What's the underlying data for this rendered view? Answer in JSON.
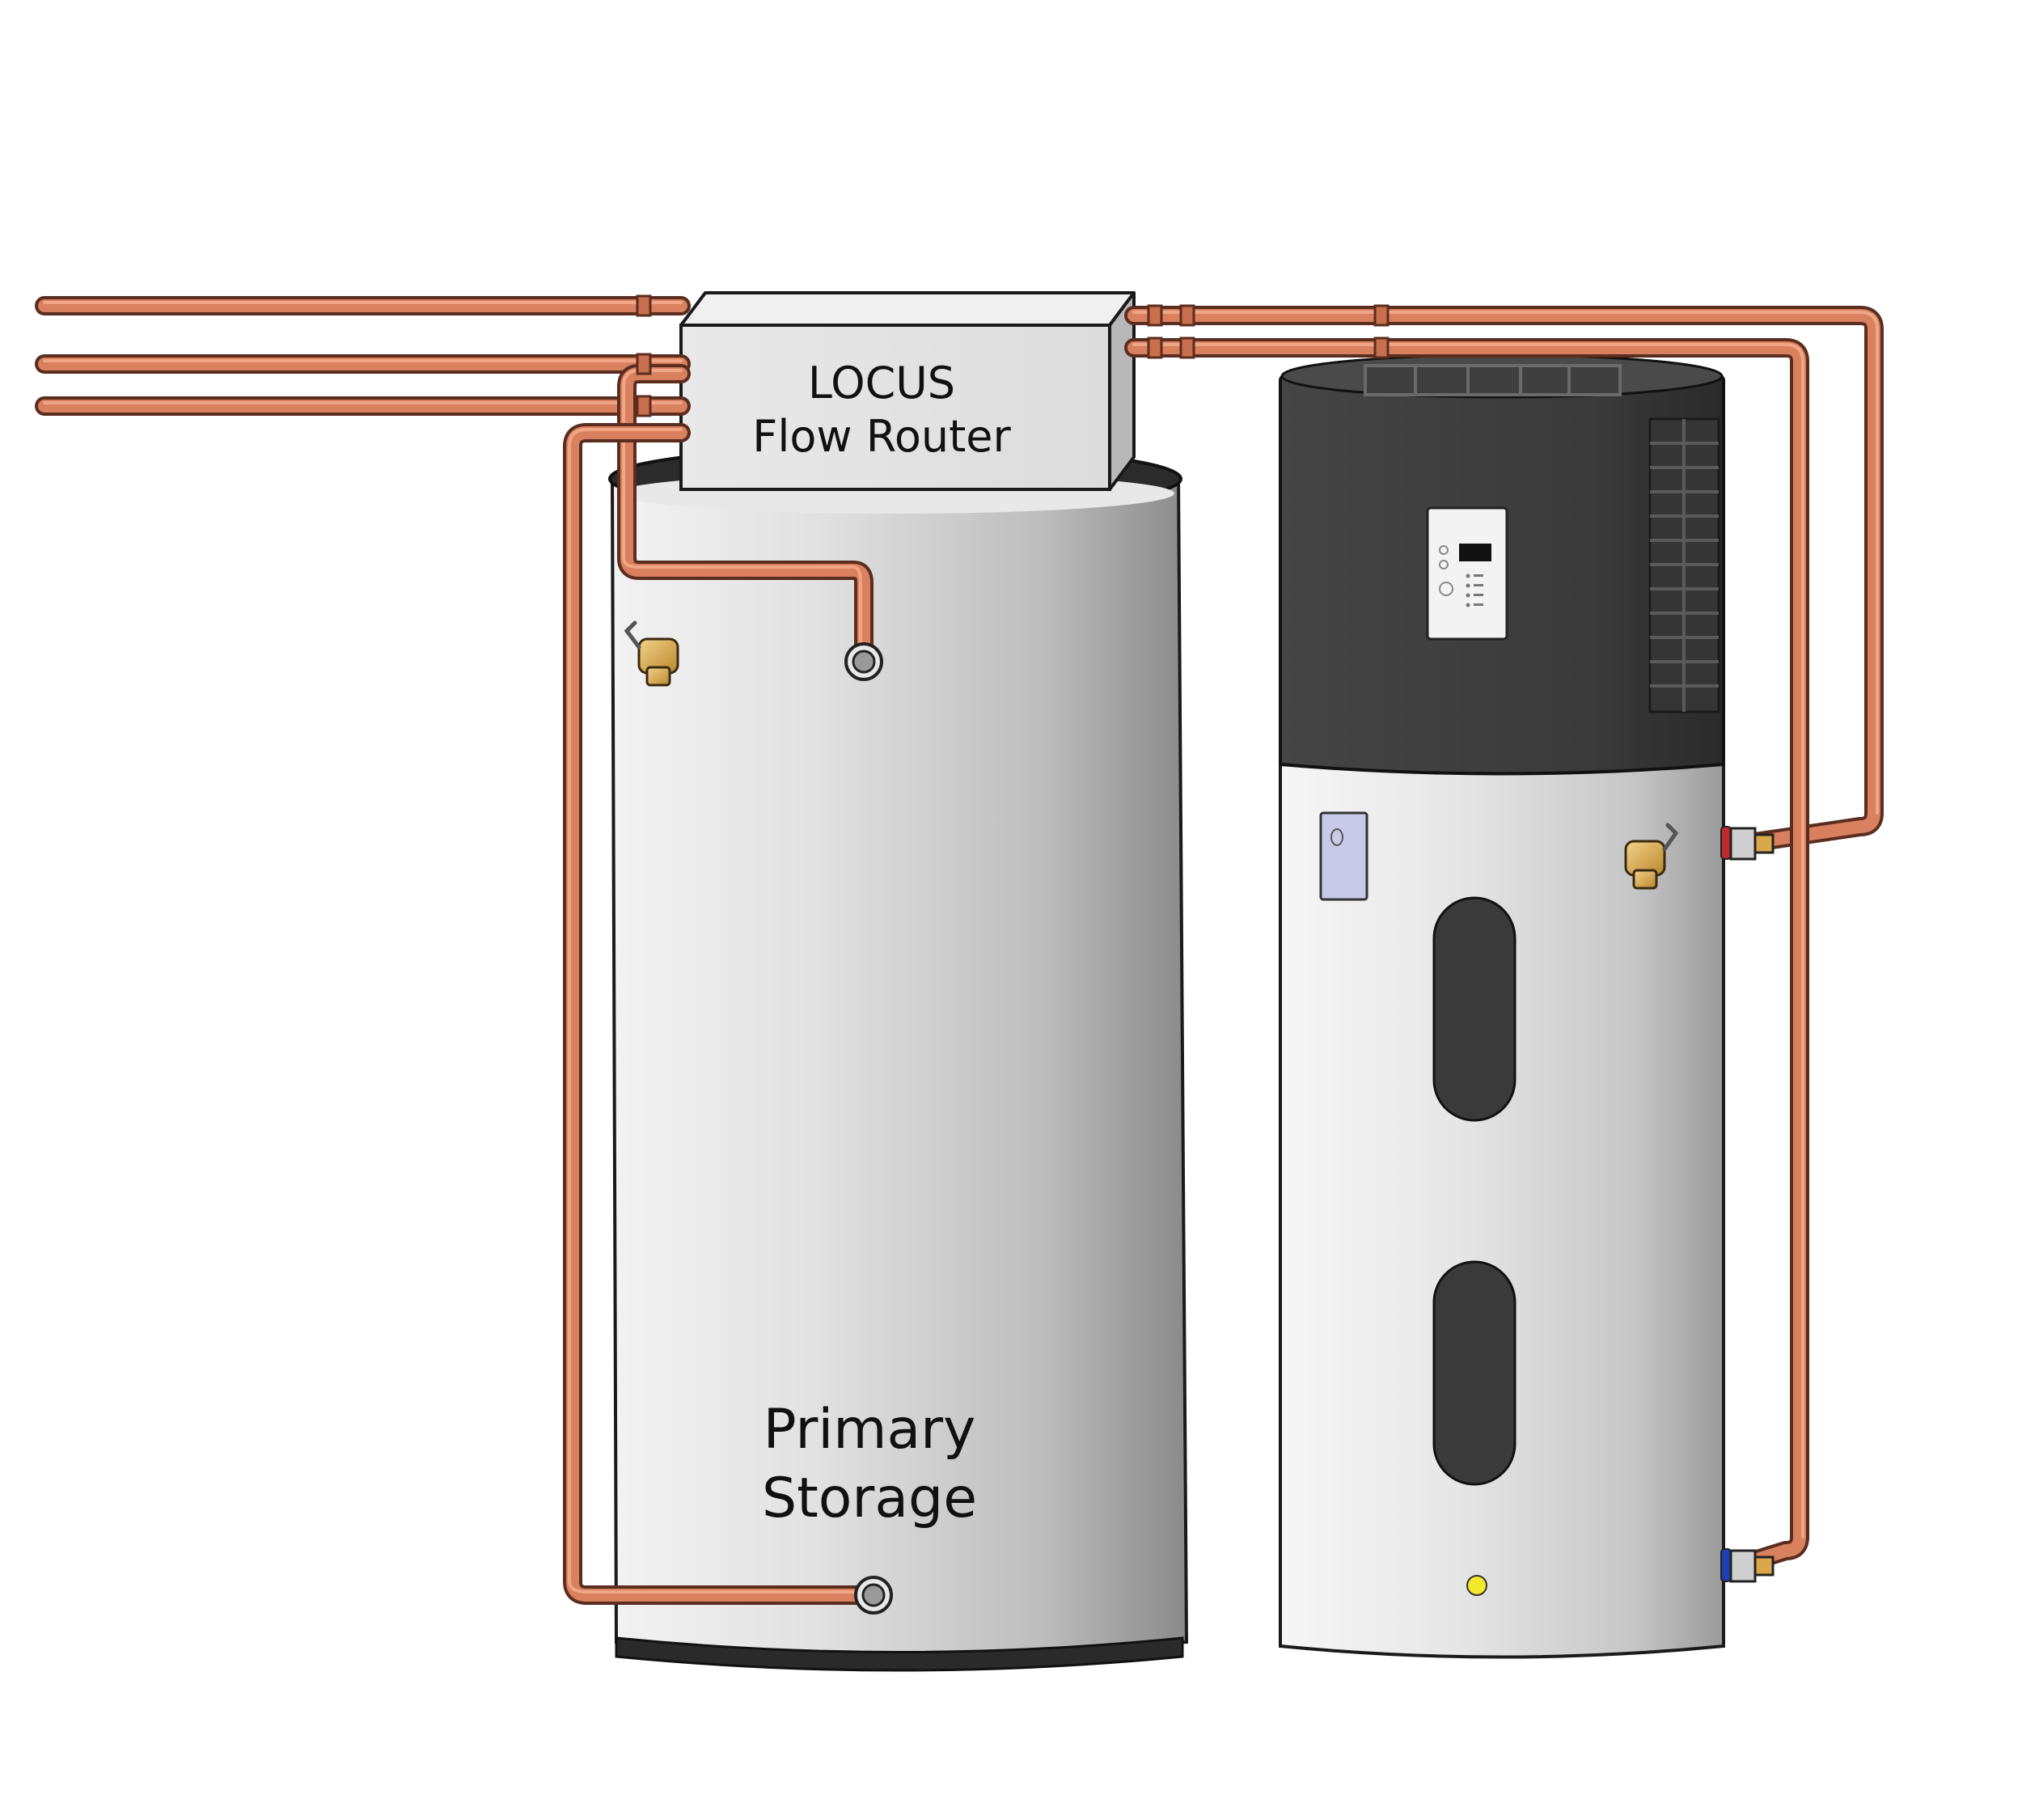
{
  "flow_router": {
    "title": "LOCUS",
    "subtitle": "Flow Router"
  },
  "primary_tank": {
    "label_line1": "Primary",
    "label_line2": "Storage"
  },
  "colors": {
    "copper": "#d9805f",
    "copper_dark": "#5a2d1f",
    "tank_body": "#e4e4e4",
    "heat_pump_cap": "#3b3b3b",
    "brass": "#d9a84a",
    "hot_port": "#c0282e",
    "cold_port": "#1f3fb0",
    "indicator_light": "#f2ea2a",
    "label_plate": "#c9c9e8"
  },
  "icons": [
    "relief-valve-icon",
    "pipe-port-icon",
    "control-panel-icon",
    "vent-grille-icon"
  ]
}
